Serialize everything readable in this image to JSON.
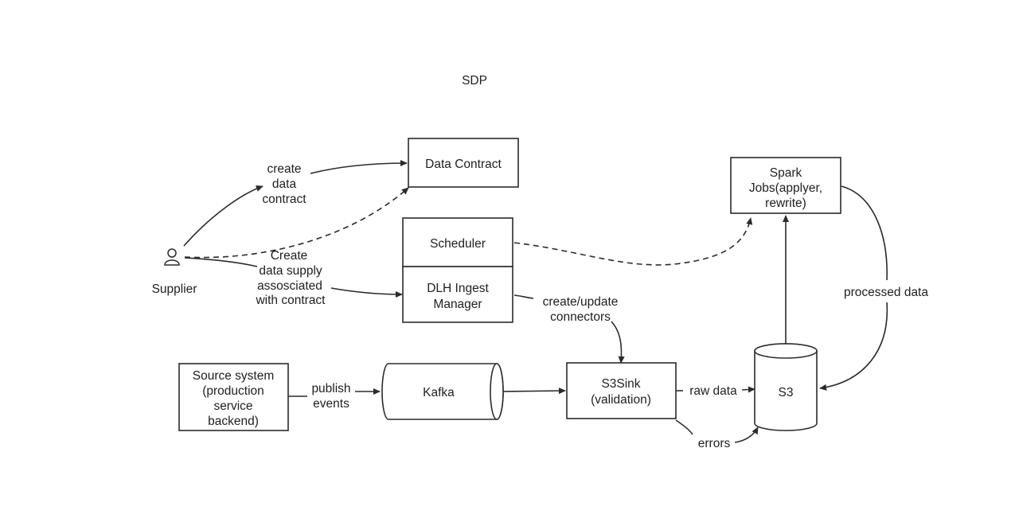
{
  "title": "SDP",
  "nodes": {
    "data_contract": "Data Contract",
    "spark_jobs": [
      "Spark",
      "Jobs(applyer,",
      "rewrite)"
    ],
    "scheduler": "Scheduler",
    "ingest_manager": [
      "DLH Ingest",
      "Manager"
    ],
    "source_system": [
      "Source system",
      "(production",
      "service",
      "backend)"
    ],
    "kafka": "Kafka",
    "s3sink": [
      "S3Sink",
      "(validation)"
    ],
    "s3": "S3",
    "supplier": "Supplier"
  },
  "edge_labels": {
    "create_contract": [
      "create",
      "data",
      "contract"
    ],
    "create_supply": [
      "Create",
      "data supply",
      "assosciated",
      "with contract"
    ],
    "create_update": [
      "create/update",
      "connectors"
    ],
    "publish_events": [
      "publish",
      "events"
    ],
    "raw_data": "raw data",
    "errors": "errors",
    "processed_data": "processed data"
  },
  "icons": {
    "supplier": "user-icon"
  }
}
